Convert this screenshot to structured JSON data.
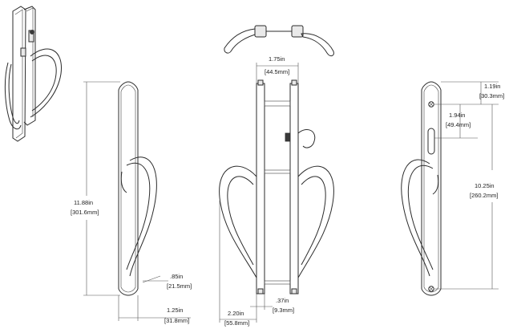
{
  "dimensions": {
    "height_overall": {
      "in": "11.88in",
      "mm": "[301.6mm]"
    },
    "backset_top_width": {
      "in": "1.75in",
      "mm": "[44.5mm]"
    },
    "escutcheon_width": {
      "in": "1.25in",
      "mm": "[31.8mm]"
    },
    "handle_gap": {
      "in": ".85in",
      "mm": "[21.5mm]"
    },
    "handle_projection": {
      "in": "2.20in",
      "mm": "[55.8mm]"
    },
    "plate_thickness": {
      "in": ".37in",
      "mm": "[9.3mm]"
    },
    "top_to_screw": {
      "in": "1.19in",
      "mm": "[30.3mm]"
    },
    "screw_to_slot": {
      "in": "1.94in",
      "mm": "[49.4mm]"
    },
    "screw_to_screw": {
      "in": "10.25in",
      "mm": "[260.2mm]"
    }
  }
}
